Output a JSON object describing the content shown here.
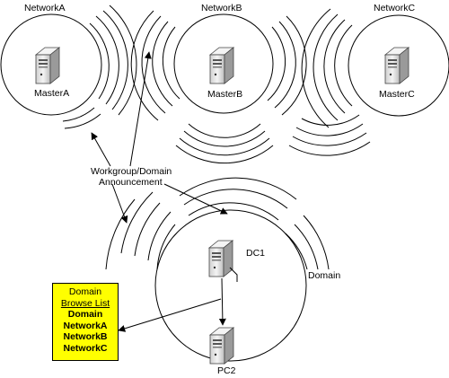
{
  "networks": [
    {
      "network_label": "NetworkA",
      "server_label": "MasterA"
    },
    {
      "network_label": "NetworkB",
      "server_label": "MasterB"
    },
    {
      "network_label": "NetworkC",
      "server_label": "MasterC"
    }
  ],
  "announcement": {
    "line1": "Workgroup/Domain",
    "line2": "Announcement"
  },
  "domain": {
    "label": "Domain",
    "dc_label": "DC1",
    "pc_label": "PC2"
  },
  "browse_list": {
    "title": "Domain",
    "subtitle": "Browse List",
    "entries": [
      "Domain",
      "NetworkA",
      "NetworkB",
      "NetworkC"
    ]
  },
  "colors": {
    "box_fill": "#ffff00",
    "server_body": "#e8e8e8",
    "server_shade": "#9a9a9a"
  }
}
